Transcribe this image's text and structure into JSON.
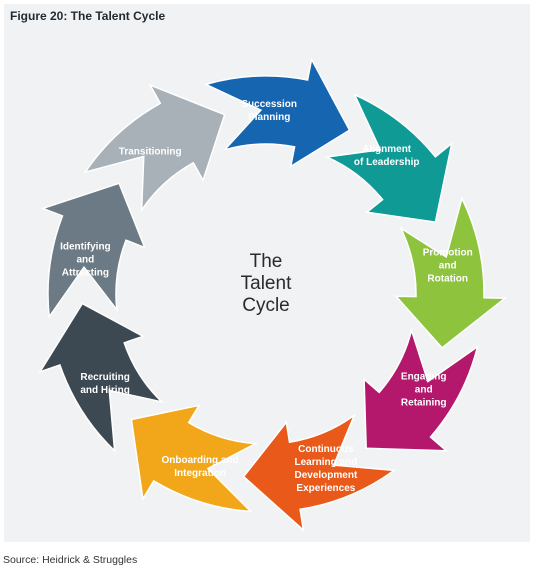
{
  "figure_title": "Figure 20: The Talent Cycle",
  "center_text": [
    "The",
    "Talent",
    "Cycle"
  ],
  "segments": [
    {
      "lines": [
        "Succession",
        "Planning"
      ],
      "color": "#1565b0"
    },
    {
      "lines": [
        "Alignment",
        "of Leadership"
      ],
      "color": "#0f9a96"
    },
    {
      "lines": [
        "Promotion",
        "and",
        "Rotation"
      ],
      "color": "#8dc33d"
    },
    {
      "lines": [
        "Engaging",
        "and",
        "Retaining"
      ],
      "color": "#b3186d"
    },
    {
      "lines": [
        "Continuous",
        "Learning and",
        "Development",
        "Experiences"
      ],
      "color": "#e8591a"
    },
    {
      "lines": [
        "Onboarding and",
        "Integration"
      ],
      "color": "#f2a71a"
    },
    {
      "lines": [
        "Recruiting",
        "and Hiring"
      ],
      "color": "#3d4952"
    },
    {
      "lines": [
        "Identifying",
        "and",
        "Attracting"
      ],
      "color": "#6b7a84"
    },
    {
      "lines": [
        "Transitioning"
      ],
      "color": "#a7b1b7"
    }
  ],
  "source": "Source: Heidrick & Struggles"
}
